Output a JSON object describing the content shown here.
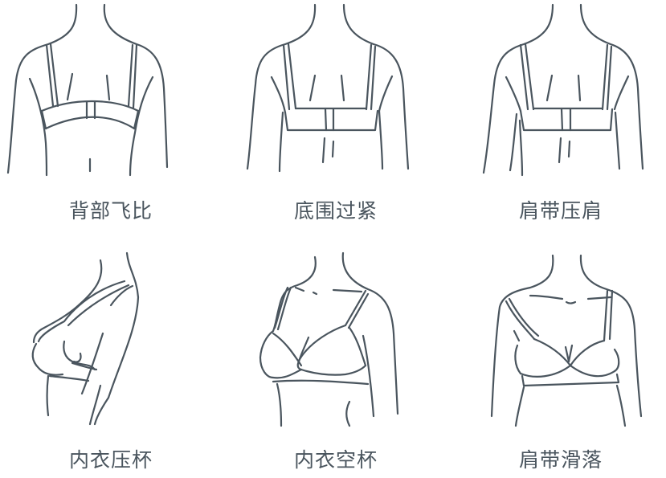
{
  "theme": {
    "line_color": "#4a555e",
    "background": "#ffffff"
  },
  "items": [
    {
      "label": "背部飞比",
      "icon": "back-band-riding-up-illustration"
    },
    {
      "label": "底围过紧",
      "icon": "band-too-tight-illustration"
    },
    {
      "label": "肩带压肩",
      "icon": "strap-digging-shoulder-illustration"
    },
    {
      "label": "内衣压杯",
      "icon": "cup-compressing-illustration"
    },
    {
      "label": "内衣空杯",
      "icon": "cup-gaping-illustration"
    },
    {
      "label": "肩带滑落",
      "icon": "strap-slipping-illustration"
    }
  ]
}
